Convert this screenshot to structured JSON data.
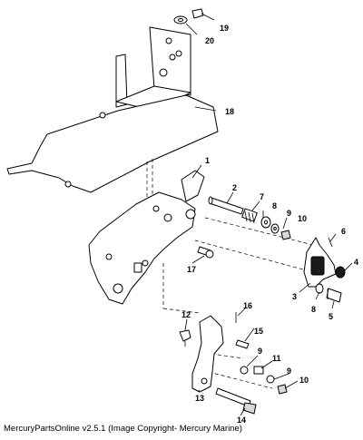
{
  "diagram": {
    "callouts": [
      "1",
      "2",
      "3",
      "4",
      "5",
      "6",
      "7",
      "8",
      "8",
      "9",
      "9",
      "9",
      "10",
      "10",
      "11",
      "12",
      "13",
      "14",
      "15",
      "16",
      "17",
      "18",
      "19",
      "20"
    ]
  },
  "caption": "MercuryPartsOnline v2.5.1 (Image Copyright- Mercury Marine)"
}
